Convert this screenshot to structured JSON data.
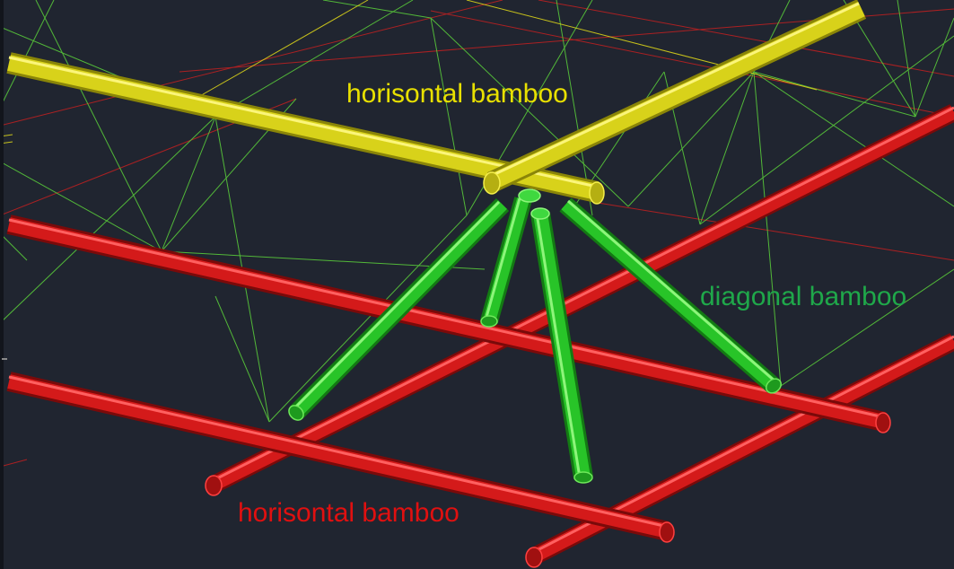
{
  "labels": {
    "top": "horisontal bamboo",
    "diagonal": "diagonal bamboo",
    "bottom": "horisontal bamboo"
  },
  "colors": {
    "background": "#202530",
    "top_label": "#e8e000",
    "diagonal_label": "#1fa84a",
    "bottom_label": "#e01010",
    "yellow_bamboo": "#d8d21a",
    "red_bamboo": "#d41a1a",
    "green_bamboo": "#28c428",
    "grid_green": "#58c83a",
    "grid_red": "#c42020"
  },
  "icons": {
    "scene": "3d-cad-bamboo-joint"
  }
}
